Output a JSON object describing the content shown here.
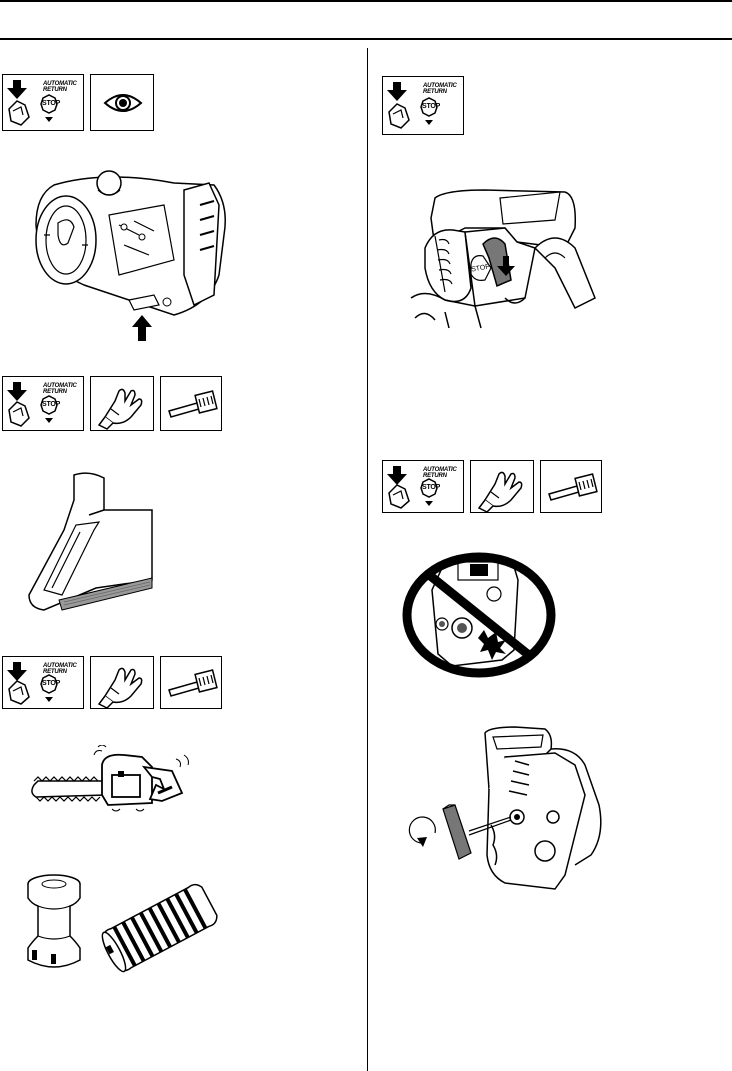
{
  "symbols": {
    "auto_return_line1": "AUTOMATIC",
    "auto_return_line2": "RETURN",
    "stop_text": "STOP"
  },
  "icons": [
    "auto-return-stop-icon",
    "eye-icon",
    "protective-glove-icon",
    "cleaning-brush-icon",
    "no-washing-icon",
    "rotate-icon"
  ],
  "colors": {
    "ink": "#000000",
    "paper": "#ffffff",
    "shade": "#777777"
  }
}
